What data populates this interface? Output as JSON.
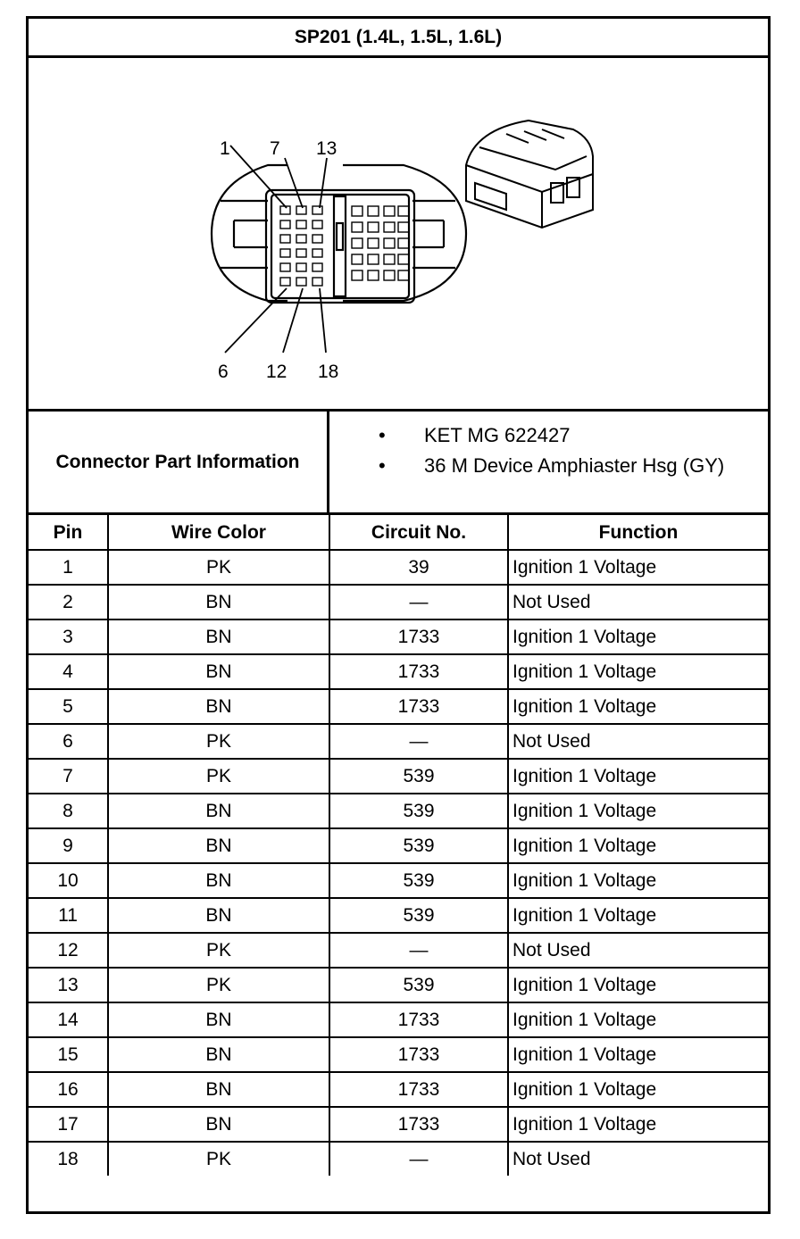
{
  "title": "SP201 (1.4L, 1.5L, 1.6L)",
  "diagram": {
    "callouts_top": [
      "1",
      "7",
      "13"
    ],
    "callouts_bottom": [
      "6",
      "12",
      "18"
    ]
  },
  "connector_info": {
    "label": "Connector Part Information",
    "items": [
      "KET MG 622427",
      "36 M Device Amphiaster Hsg (GY)"
    ],
    "bullet": "•"
  },
  "table": {
    "headers": [
      "Pin",
      "Wire Color",
      "Circuit No.",
      "Function"
    ],
    "rows": [
      [
        "1",
        "PK",
        "39",
        "Ignition 1 Voltage"
      ],
      [
        "2",
        "BN",
        "—",
        "Not Used"
      ],
      [
        "3",
        "BN",
        "1733",
        "Ignition 1 Voltage"
      ],
      [
        "4",
        "BN",
        "1733",
        "Ignition 1 Voltage"
      ],
      [
        "5",
        "BN",
        "1733",
        "Ignition 1 Voltage"
      ],
      [
        "6",
        "PK",
        "—",
        "Not Used"
      ],
      [
        "7",
        "PK",
        "539",
        "Ignition 1 Voltage"
      ],
      [
        "8",
        "BN",
        "539",
        "Ignition 1 Voltage"
      ],
      [
        "9",
        "BN",
        "539",
        "Ignition 1 Voltage"
      ],
      [
        "10",
        "BN",
        "539",
        "Ignition 1 Voltage"
      ],
      [
        "11",
        "BN",
        "539",
        "Ignition 1 Voltage"
      ],
      [
        "12",
        "PK",
        "—",
        "Not Used"
      ],
      [
        "13",
        "PK",
        "539",
        "Ignition 1 Voltage"
      ],
      [
        "14",
        "BN",
        "1733",
        "Ignition 1 Voltage"
      ],
      [
        "15",
        "BN",
        "1733",
        "Ignition 1 Voltage"
      ],
      [
        "16",
        "BN",
        "1733",
        "Ignition 1 Voltage"
      ],
      [
        "17",
        "BN",
        "1733",
        "Ignition 1 Voltage"
      ],
      [
        "18",
        "PK",
        "—",
        "Not Used"
      ]
    ]
  }
}
